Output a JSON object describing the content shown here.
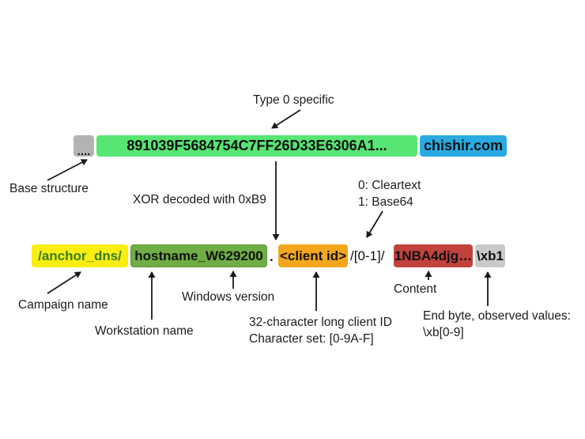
{
  "diagram_title": "AnchorDNS DNS query structure",
  "colors": {
    "base_gray": "#b3b3b3",
    "payload_green": "#57e673",
    "domain_blue": "#29abe2",
    "campaign_yellow": "#f9ee10",
    "campaign_text_green": "#3a7d23",
    "hostname_green": "#6fae44",
    "clientid_orange": "#f4a71c",
    "content_red": "#c1413c",
    "endbyte_gray": "#c9c9c9",
    "arrow_black": "#1a1a1a"
  },
  "top_row": {
    "base_prefix": "....",
    "payload": "891039F5684754C7FF26D33E6306A1...",
    "domain": "chishir.com"
  },
  "bottom_row": {
    "campaign": "/anchor_dns/",
    "hostname": "hostname_W629200",
    "separator_dot": ".",
    "client_id": "<client id>",
    "flag": "/[0-1]/",
    "content": "1NBA4djg…",
    "end_byte": "\\xb1"
  },
  "labels": {
    "type0_specific": "Type 0 specific",
    "base_structure": "Base structure",
    "xor_decoded": "XOR decoded with 0xB9",
    "flag_cleartext": "0: Cleartext",
    "flag_base64": "1: Base64",
    "campaign_name": "Campaign name",
    "workstation_name": "Workstation name",
    "windows_version": "Windows version",
    "client_id_line1": "32-character long client ID",
    "client_id_line2": "Character set: [0-9A-F]",
    "content_label": "Content",
    "end_byte_line1": "End byte, observed values:",
    "end_byte_line2": "\\xb[0-9]"
  }
}
